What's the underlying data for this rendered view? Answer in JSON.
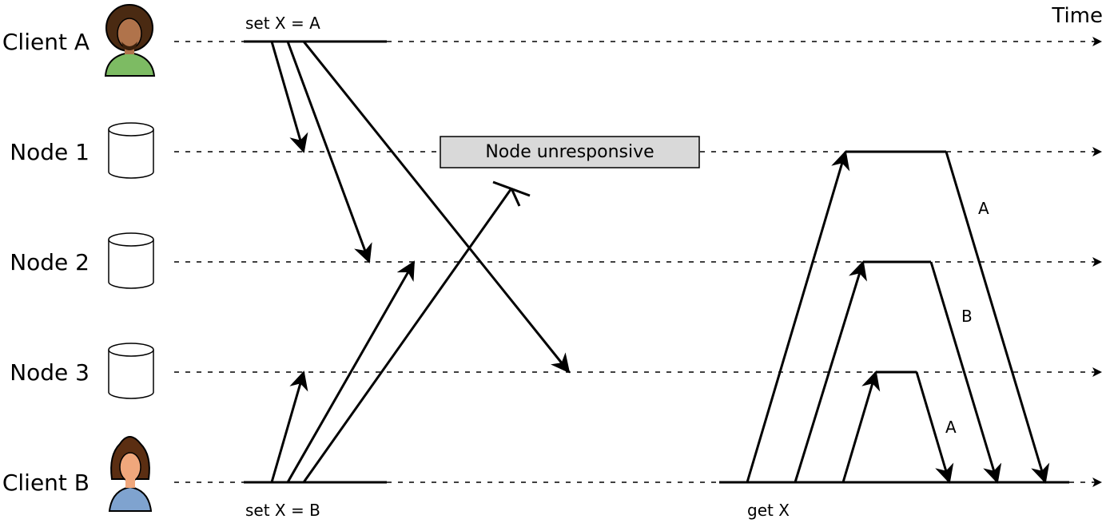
{
  "time_label": "Time",
  "lanes": {
    "client_a": "Client A",
    "node_1": "Node 1",
    "node_2": "Node 2",
    "node_3": "Node 3",
    "client_b": "Client B"
  },
  "operations": {
    "client_a_write": "set X = A",
    "client_b_write": "set X = B",
    "client_b_read": "get X"
  },
  "failure_box": "Node unresponsive",
  "read_responses": {
    "node_1": "A",
    "node_2": "B",
    "node_3": "A"
  },
  "colors": {
    "person_a_shirt": "#7dbb63",
    "person_a_skin": "#b0734b",
    "person_a_hair": "#4a2a12",
    "person_b_shirt": "#7fa3cf",
    "person_b_skin": "#f0a77c",
    "person_b_hair": "#5b2e12",
    "failure_box_fill": "#d9d9d9"
  }
}
